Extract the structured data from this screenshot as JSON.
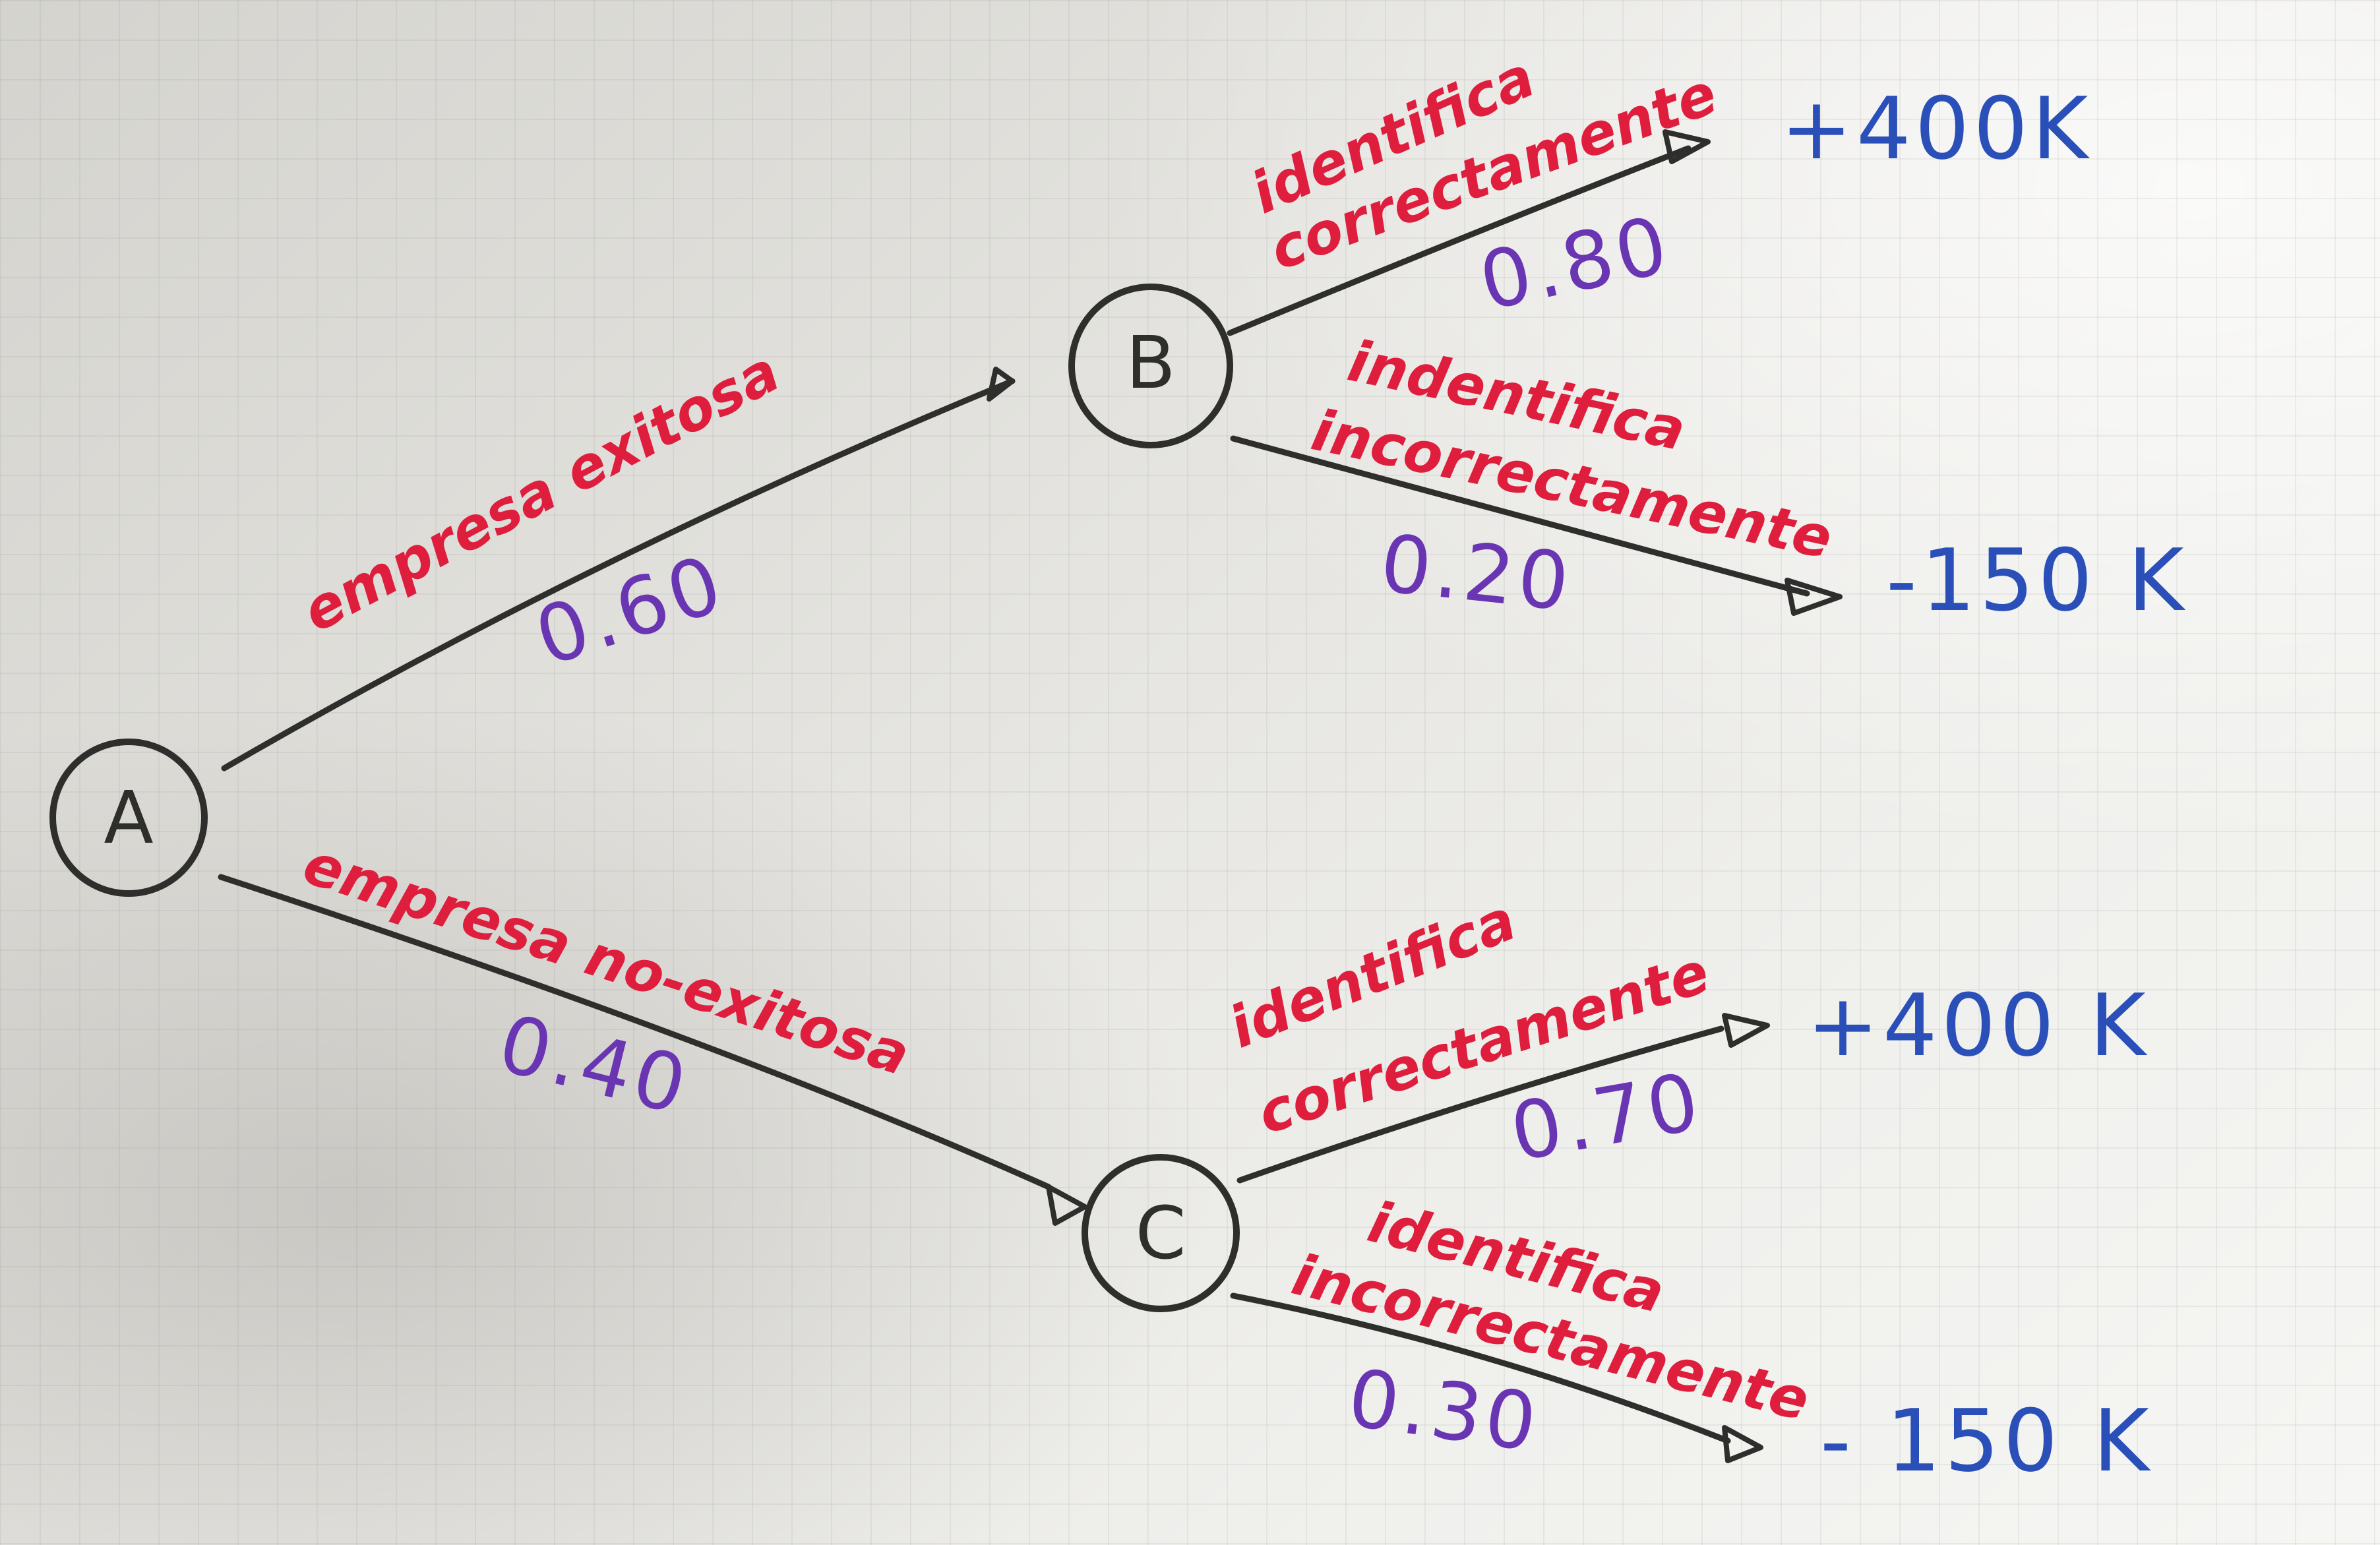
{
  "nodes": {
    "a": "A",
    "b": "B",
    "c": "C"
  },
  "branches": {
    "a_b": {
      "label": "empresa exitosa",
      "probability": "0.60"
    },
    "a_c": {
      "label": "empresa no-exitosa",
      "probability": "0.40"
    },
    "b_top": {
      "label_line1": "identifica",
      "label_line2": "correctamente",
      "probability": "0.80"
    },
    "b_bottom": {
      "label_line1": "indentifica",
      "label_line2": "incorrectamente",
      "probability": "0.20"
    },
    "c_top": {
      "label_line1": "identifica",
      "label_line2": "correctamente",
      "probability": "0.70"
    },
    "c_bottom": {
      "label_line1": "identifica",
      "label_line2": "incorrectamente",
      "probability": "0.30"
    }
  },
  "payoffs": {
    "b_top": "+400K",
    "b_bottom": "-150 K",
    "c_top": "+400 K",
    "c_bottom": "- 150 K"
  },
  "colors": {
    "marker_black": "#2e2e2c",
    "marker_red": "#de1e3c",
    "marker_purple": "#6a35b3",
    "marker_blue": "#2a4fb8"
  }
}
